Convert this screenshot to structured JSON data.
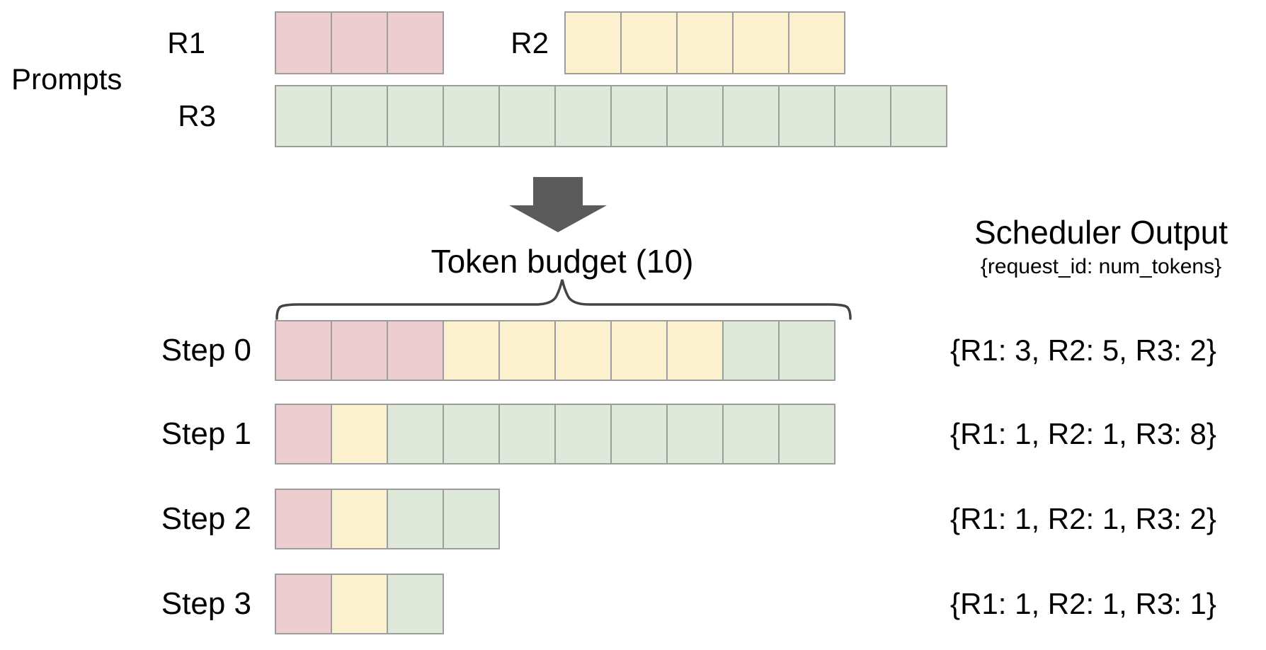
{
  "diagram": {
    "prompts": {
      "label": "Prompts",
      "rows": [
        {
          "id": "R1",
          "label": "R1",
          "num_tokens": 3,
          "segments": [
            {
              "color": "pink",
              "count": 3
            }
          ]
        },
        {
          "id": "R2",
          "label": "R2",
          "num_tokens": 5,
          "segments": [
            {
              "color": "yellow",
              "count": 5
            }
          ]
        },
        {
          "id": "R3",
          "label": "R3",
          "num_tokens": 12,
          "segments": [
            {
              "color": "green",
              "count": 12
            }
          ]
        }
      ]
    },
    "token_budget": {
      "label": "Token budget (10)",
      "budget": 10
    },
    "scheduler": {
      "title": "Scheduler Output",
      "subtitle": "{request_id: num_tokens}",
      "steps": [
        {
          "label": "Step 0",
          "output": "{R1: 3, R2: 5, R3: 2}",
          "segments": [
            {
              "color": "pink",
              "count": 3
            },
            {
              "color": "yellow",
              "count": 5
            },
            {
              "color": "green",
              "count": 2
            }
          ]
        },
        {
          "label": "Step 1",
          "output": "{R1: 1, R2: 1, R3: 8}",
          "segments": [
            {
              "color": "pink",
              "count": 1
            },
            {
              "color": "yellow",
              "count": 1
            },
            {
              "color": "green",
              "count": 8
            }
          ]
        },
        {
          "label": "Step 2",
          "output": "{R1: 1, R2: 1, R3: 2}",
          "segments": [
            {
              "color": "pink",
              "count": 1
            },
            {
              "color": "yellow",
              "count": 1
            },
            {
              "color": "green",
              "count": 2
            }
          ]
        },
        {
          "label": "Step 3",
          "output": "{R1: 1, R2: 1, R3: 1}",
          "segments": [
            {
              "color": "pink",
              "count": 1
            },
            {
              "color": "yellow",
              "count": 1
            },
            {
              "color": "green",
              "count": 1
            }
          ]
        }
      ]
    },
    "colors": {
      "pink": "#edced0",
      "yellow": "#fbf1cf",
      "green": "#dfe9d9",
      "cell_border": "#9d9d9d",
      "arrow": "#5b5b5b",
      "brace": "#444444"
    }
  }
}
